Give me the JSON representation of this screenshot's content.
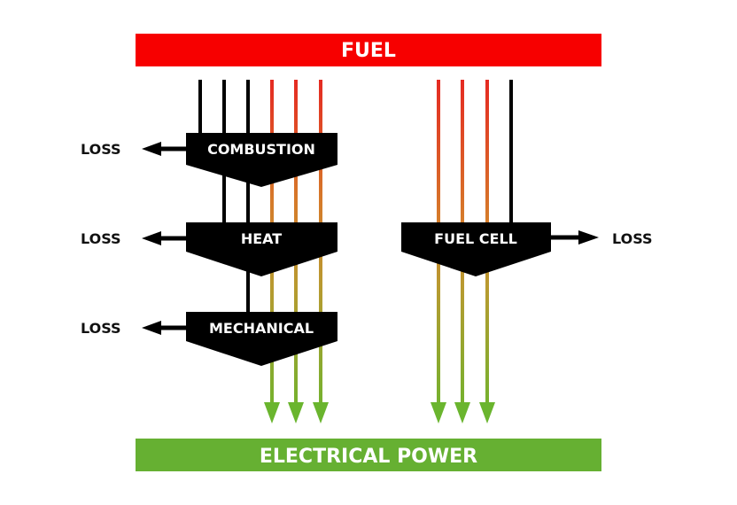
{
  "colors": {
    "fuel": "#f70000",
    "power": "#66b032",
    "block": "#000000",
    "loss_arrow": "#000000",
    "flow_top": "#e52a22",
    "flow_mid": "#d67a2a",
    "flow_low": "#b89a30",
    "flow_end": "#6ab52e",
    "text_light": "#ffffff",
    "text_dark": "#111111"
  },
  "top_bar": {
    "label": "FUEL"
  },
  "bottom_bar": {
    "label": "ELECTRICAL POWER"
  },
  "conventional_path": {
    "stages": [
      {
        "id": "combustion",
        "label": "COMBUSTION",
        "loss_label": "LOSS",
        "loss_direction": "left"
      },
      {
        "id": "heat",
        "label": "HEAT",
        "loss_label": "LOSS",
        "loss_direction": "left"
      },
      {
        "id": "mechanical",
        "label": "MECHANICAL",
        "loss_label": "LOSS",
        "loss_direction": "left"
      }
    ],
    "input_lines": {
      "loss_lines": 3,
      "useful_lines": 3
    },
    "output_arrows": 3
  },
  "fuel_cell_path": {
    "stages": [
      {
        "id": "fuel-cell",
        "label": "FUEL CELL",
        "loss_label": "LOSS",
        "loss_direction": "right"
      }
    ],
    "input_lines": {
      "loss_lines": 1,
      "useful_lines": 3
    },
    "output_arrows": 3
  }
}
